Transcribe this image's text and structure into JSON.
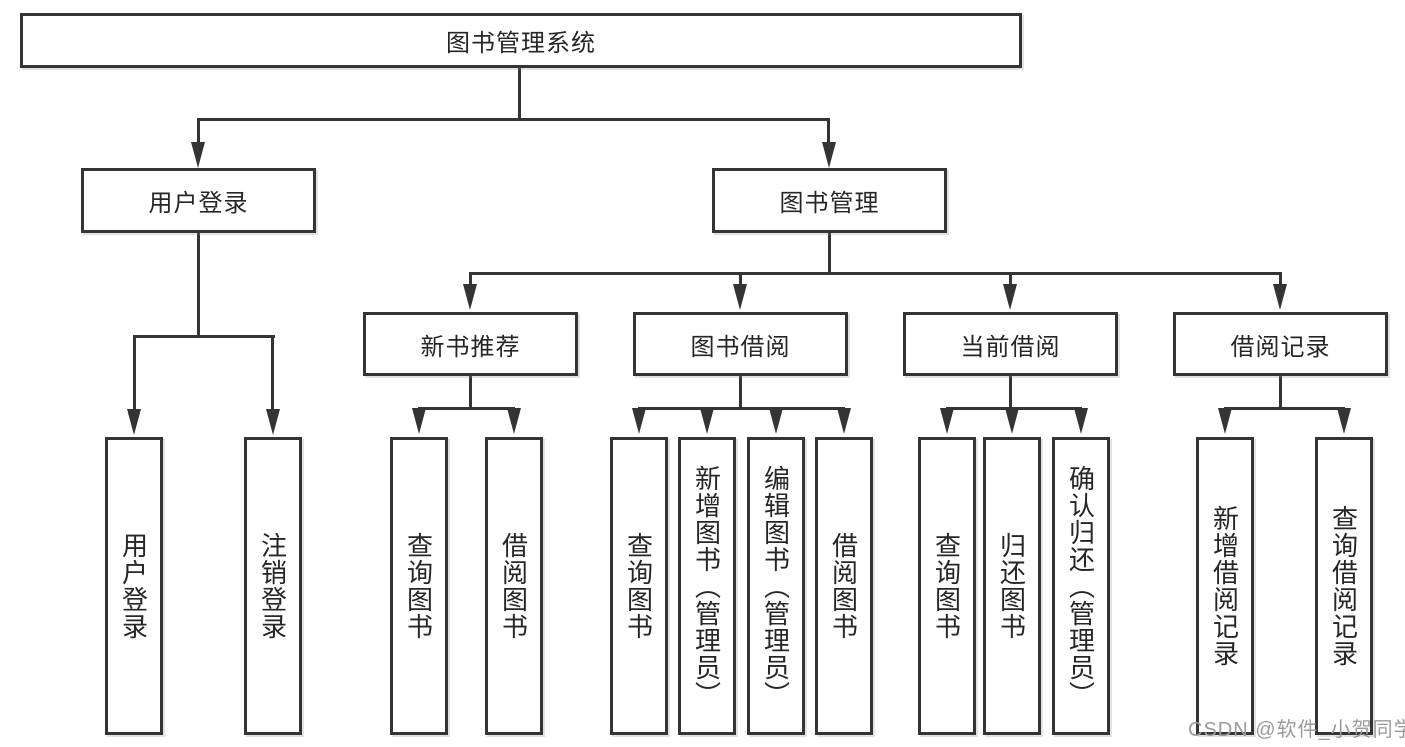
{
  "diagram": {
    "root": "图书管理系统",
    "children": [
      {
        "label": "用户登录",
        "children": [
          "用户登录",
          "注销登录"
        ]
      },
      {
        "label": "图书管理",
        "children": [
          {
            "label": "新书推荐",
            "children": [
              "查询图书",
              "借阅图书"
            ]
          },
          {
            "label": "图书借阅",
            "children": [
              "查询图书",
              "新增图书（管理员）",
              "编辑图书（管理员）",
              "借阅图书"
            ]
          },
          {
            "label": "当前借阅",
            "children": [
              "查询图书",
              "归还图书",
              "确认归还（管理员）"
            ]
          },
          {
            "label": "借阅记录",
            "children": [
              "新增借阅记录",
              "查询借阅记录"
            ]
          }
        ]
      }
    ]
  },
  "watermark": {
    "text": "CSDN @软件_小贺同学"
  },
  "colors": {
    "line": "#343434",
    "box_border": "#343434",
    "text": "#262626",
    "background": "#ffffff",
    "watermark": "#9b9b9b"
  }
}
